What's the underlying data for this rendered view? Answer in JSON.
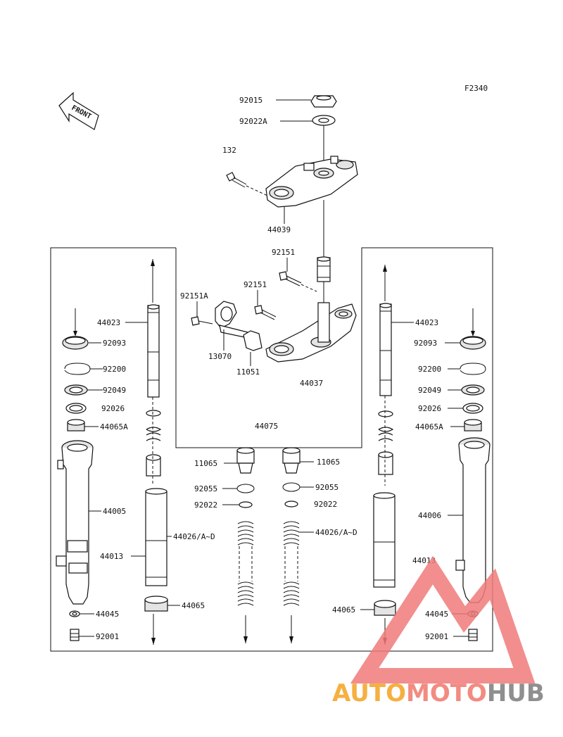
{
  "figure_code": "F2340",
  "front_label": "FRONT",
  "labels": {
    "p92015": "92015",
    "p92022A": "92022A",
    "p132": "132",
    "p44039": "44039",
    "p92151_a": "92151",
    "p92151_b": "92151",
    "p92151A": "92151A",
    "p13070": "13070",
    "p11051": "11051",
    "p44037": "44037",
    "p44075": "44075",
    "p44023_l": "44023",
    "p44023_r": "44023",
    "p92093_l": "92093",
    "p92093_r": "92093",
    "p92200_l": "92200",
    "p92200_r": "92200",
    "p92049_l": "92049",
    "p92049_r": "92049",
    "p92026_l": "92026",
    "p92026_r": "92026",
    "p44065A_l": "44065A",
    "p44065A_r": "44065A",
    "p44005": "44005",
    "p44006": "44006",
    "p44013_l": "44013",
    "p44013_r": "44013",
    "p44026_l": "44026/A~D",
    "p44026_r": "44026/A~D",
    "p44065_l": "44065",
    "p44065_r": "44065",
    "p44045_l": "44045",
    "p44045_r": "44045",
    "p92001_l": "92001",
    "p92001_r": "92001",
    "p11065_l": "11065",
    "p11065_r": "11065",
    "p92055_l": "92055",
    "p92055_r": "92055",
    "p92022_l": "92022",
    "p92022_r": "92022"
  },
  "watermark": {
    "part1": "AUTO",
    "part2": "MOTO",
    "part3": "HUB",
    "color_part1": "#f5b041",
    "color_part2": "#f28b82",
    "color_part3": "#8f8f8f",
    "logo_color": "#f07a7a"
  }
}
